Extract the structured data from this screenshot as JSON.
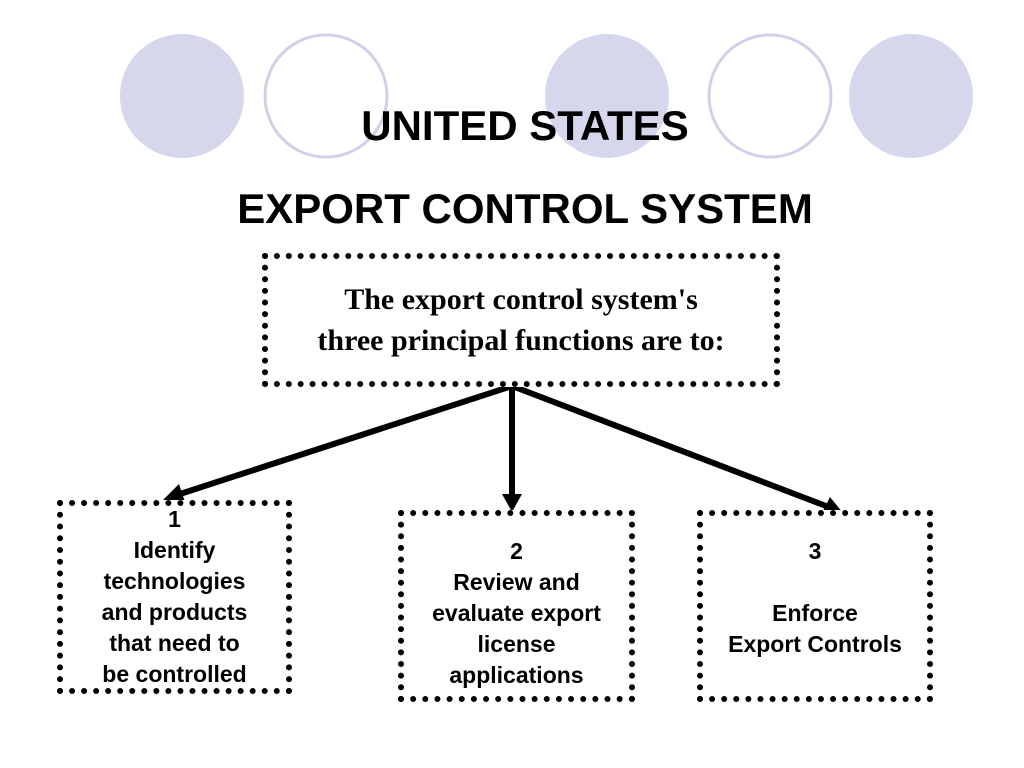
{
  "title": {
    "line1": "UNITED STATES",
    "line2": "EXPORT CONTROL SYSTEM"
  },
  "main_box": {
    "line1": "The export control system's",
    "line2": "three principal functions are to:"
  },
  "functions": [
    {
      "number": "1",
      "lines": [
        "Identify",
        "technologies",
        "and products",
        "that need to",
        "be controlled"
      ]
    },
    {
      "number": "2",
      "lines": [
        "Review and",
        "evaluate export",
        "license",
        "applications"
      ]
    },
    {
      "number": "3",
      "lines": [
        "Enforce",
        "Export Controls"
      ]
    }
  ],
  "colors": {
    "circle_fill": "#d6d6ec",
    "circle_stroke": "#d0d0e8",
    "text": "#000000"
  }
}
